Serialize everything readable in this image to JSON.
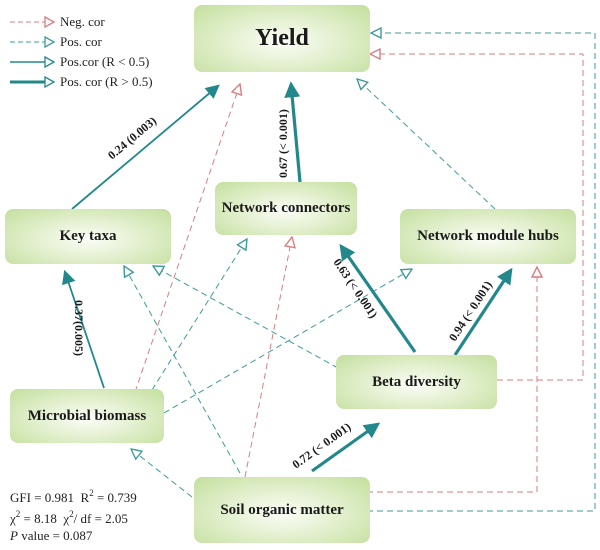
{
  "colors": {
    "negative": "#d77f80",
    "positive": "#3f9a9c",
    "positive_strong": "#23888b",
    "node_fill": "#c3df9d"
  },
  "legend": [
    {
      "label": "Neg. cor",
      "style": "dashed-red"
    },
    {
      "label": "Pos. cor",
      "style": "dashed-teal"
    },
    {
      "label": "Pos.cor (R < 0.5)",
      "style": "solid-thin-teal"
    },
    {
      "label": "Pos. cor (R > 0.5)",
      "style": "solid-thick-teal"
    }
  ],
  "nodes": {
    "yield": "Yield",
    "key_taxa": "Key taxa",
    "network_connectors": "Network connectors",
    "network_module_hubs": "Network module hubs",
    "beta_diversity": "Beta diversity",
    "microbial_biomass": "Microbial biomass",
    "soil_organic_matter": "Soil organic matter"
  },
  "paths": [
    {
      "from": "Key taxa",
      "to": "Yield",
      "type": "pos-thin",
      "label": "0.24 (0.003)"
    },
    {
      "from": "Network connectors",
      "to": "Yield",
      "type": "pos-thick",
      "label": "0.67 (< 0.001)"
    },
    {
      "from": "Microbial biomass",
      "to": "Key taxa",
      "type": "pos-thin",
      "label": "0.37(0.005)"
    },
    {
      "from": "Beta diversity",
      "to": "Network connectors",
      "type": "pos-thick",
      "label": "0.63 (< 0.001)"
    },
    {
      "from": "Beta diversity",
      "to": "Network module hubs",
      "type": "pos-thick",
      "label": "0.94 (< 0.001)"
    },
    {
      "from": "Soil organic matter",
      "to": "Beta diversity",
      "type": "pos-thick",
      "label": "0.72 (< 0.001)"
    },
    {
      "from": "Microbial biomass",
      "to": "Yield",
      "type": "neg",
      "label": ""
    },
    {
      "from": "Network module hubs",
      "to": "Yield",
      "type": "pos-dashed",
      "label": ""
    },
    {
      "from": "Beta diversity",
      "to": "Yield",
      "type": "neg",
      "label": ""
    },
    {
      "from": "Soil organic matter",
      "to": "Yield",
      "type": "pos-dashed",
      "label": ""
    },
    {
      "from": "Microbial biomass",
      "to": "Network connectors",
      "type": "pos-dashed",
      "label": ""
    },
    {
      "from": "Soil organic matter",
      "to": "Network connectors",
      "type": "neg",
      "label": ""
    },
    {
      "from": "Soil organic matter",
      "to": "Key taxa",
      "type": "pos-dashed",
      "label": ""
    },
    {
      "from": "Beta diversity",
      "to": "Key taxa",
      "type": "pos-dashed",
      "label": ""
    },
    {
      "from": "Microbial biomass",
      "to": "Network module hubs",
      "type": "pos-dashed",
      "label": ""
    },
    {
      "from": "Soil organic matter",
      "to": "Network module hubs",
      "type": "neg",
      "label": ""
    },
    {
      "from": "Soil organic matter",
      "to": "Microbial biomass",
      "type": "pos-dashed",
      "label": ""
    }
  ],
  "stats": {
    "gfi": "GFI = 0.981",
    "r2_label": "R",
    "r2_value": " = 0.739",
    "chi2_label": "χ",
    "chi2_value": " = 8.18",
    "chi2df_label": "χ",
    "chi2df_value": "/ df = 2.05",
    "p_label": "P",
    "p_value": " value = 0.087"
  }
}
